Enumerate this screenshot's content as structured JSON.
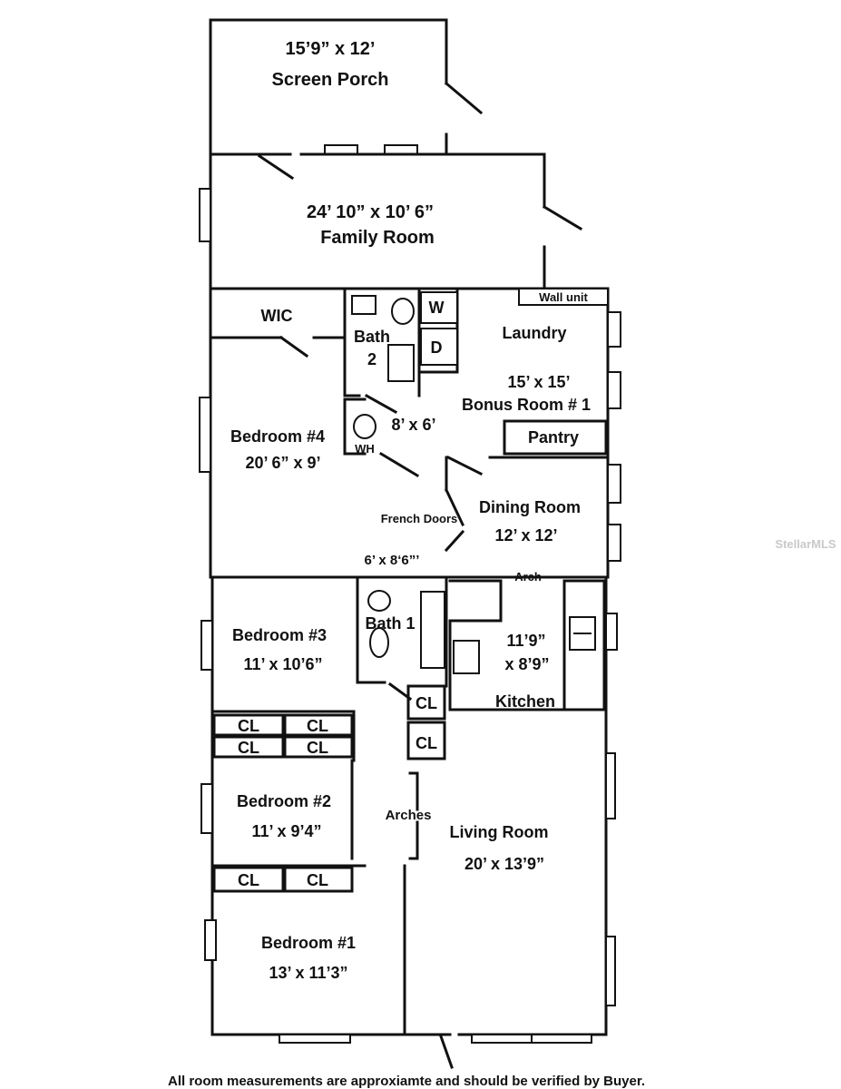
{
  "rooms": {
    "screen_porch": {
      "dims": "15’9” x 12’",
      "name": "Screen Porch"
    },
    "family_room": {
      "dims": "24’ 10” x 10’ 6”",
      "name": "Family Room"
    },
    "wic": "WIC",
    "bath2": {
      "line1": "Bath",
      "line2": "2"
    },
    "washer": "W",
    "dryer": "D",
    "laundry": "Laundry",
    "wall_unit": "Wall unit",
    "bonus_room": {
      "dims": "15’ x 15’",
      "name": "Bonus Room # 1"
    },
    "pantry": "Pantry",
    "bedroom4": {
      "name": "Bedroom #4",
      "dims": "20’ 6” x 9’"
    },
    "water_heater_area": {
      "dims": "8’ x 6’",
      "wh": "WH"
    },
    "french_doors": {
      "name": "French Doors",
      "dims": "6’ x 8‘6”’"
    },
    "dining_room": {
      "name": "Dining Room",
      "dims": "12’ x 12’"
    },
    "arch": "Arch",
    "bedroom3": {
      "name": "Bedroom #3",
      "dims": "11’ x 10’6”"
    },
    "bath1": "Bath 1",
    "kitchen": {
      "dims1": "11’9”",
      "dims2": "x 8’9”",
      "name": "Kitchen"
    },
    "closet": "CL",
    "bedroom2": {
      "name": "Bedroom #2",
      "dims": "11’ x 9’4”"
    },
    "arches": "Arches",
    "living_room": {
      "name": "Living Room",
      "dims": "20’ x 13’9”"
    },
    "bedroom1": {
      "name": "Bedroom #1",
      "dims": "13’ x 11’3”"
    }
  },
  "watermark": "StellarMLS",
  "disclaimer": "All room measurements are approxiamte and should be verified by Buyer."
}
